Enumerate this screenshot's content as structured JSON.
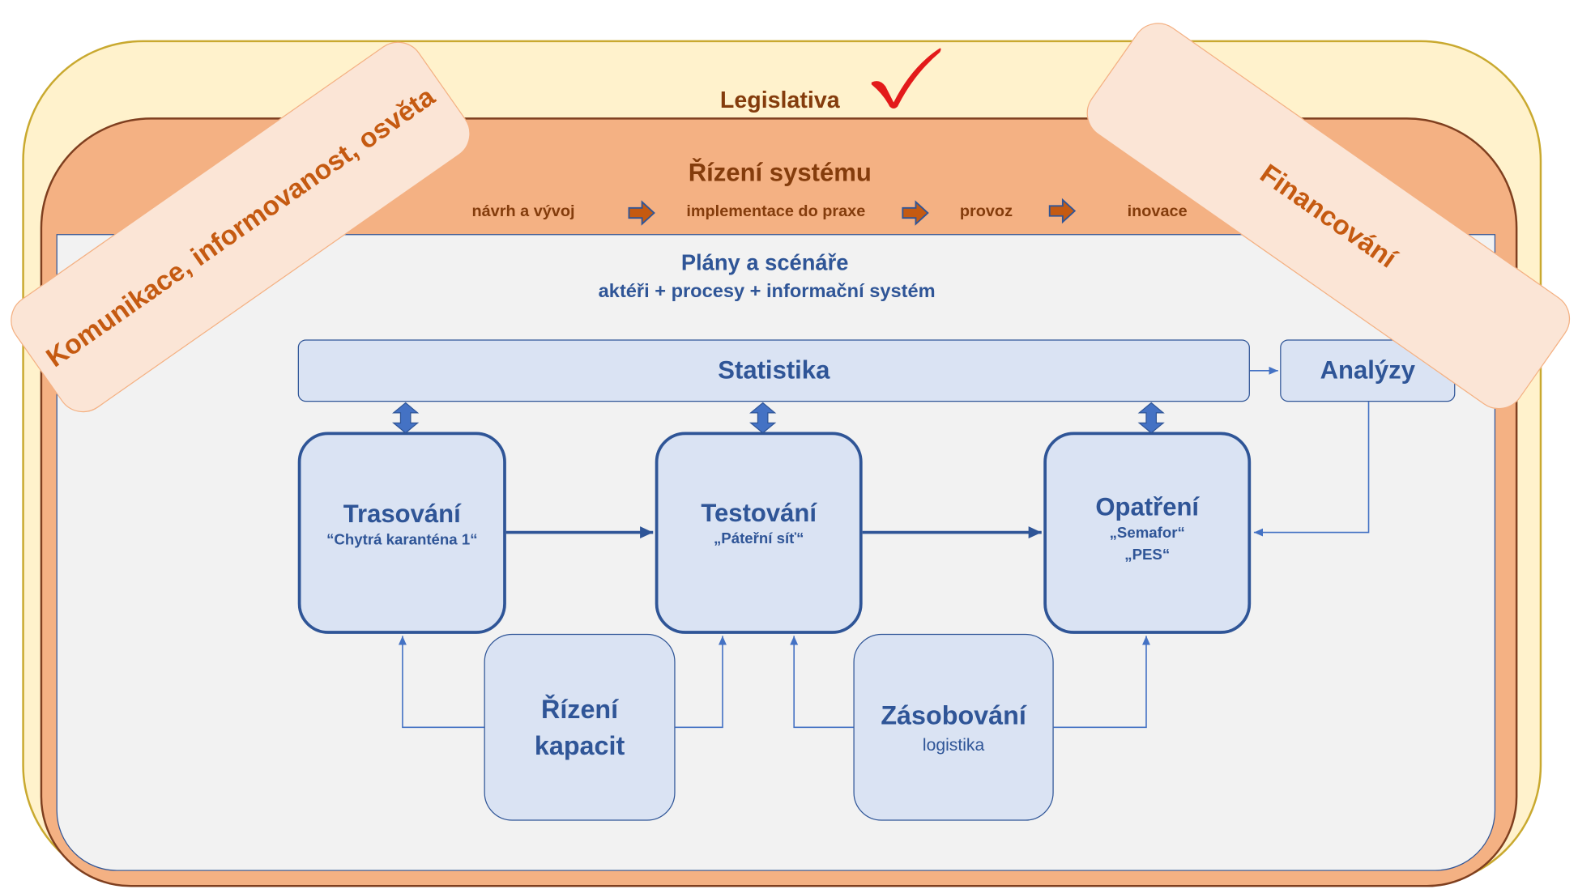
{
  "legislativa": "Legislativa",
  "governance": {
    "title": "Řízení systému",
    "steps": [
      "návrh a vývoj",
      "implementace do praxe",
      "provoz",
      "inovace"
    ]
  },
  "plans": {
    "title": "Plány a scénáře",
    "subtitle": "aktéři + procesy + informační systém"
  },
  "statistika": "Statistika",
  "analyzy": "Analýzy",
  "trasovani": {
    "title": "Trasování",
    "subtitle": "“Chytrá karanténa 1“"
  },
  "testovani": {
    "title": "Testování",
    "subtitle": "„Páteřní síť“"
  },
  "opatreni": {
    "title": "Opatření",
    "subtitle1": "„Semafor“",
    "subtitle2": "„PES“"
  },
  "rizeni_kapacit": {
    "line1": "Řízení",
    "line2": "kapacit"
  },
  "zasobovani": {
    "title": "Zásobování",
    "subtitle": "logistika"
  },
  "komunikace": "Komunikace, informovanost, osvěta",
  "financovani": "Financování",
  "colors": {
    "brown": "#843c0c",
    "blue": "#2f5597",
    "light_blue": "#dae3f3",
    "peach": "#f4b183",
    "cream": "#fff2cc",
    "check_red": "#e31a1a"
  }
}
